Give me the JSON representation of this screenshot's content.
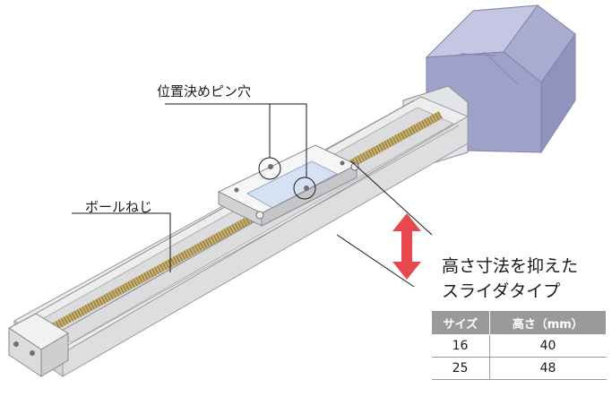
{
  "labels": {
    "pin_holes": "位置決めピン穴",
    "ball_screw": "ボールねじ",
    "note_line1": "高さ寸法を抑えた",
    "note_line2": "スライダタイプ"
  },
  "table": {
    "headers": [
      "サイズ",
      "高さ（mm）"
    ],
    "rows": [
      [
        "16",
        "40"
      ],
      [
        "25",
        "48"
      ]
    ]
  },
  "colors": {
    "arrow": "#e8494f",
    "motor": "#a9acd0",
    "rail": "#e9e9ea",
    "screw": "#c8b070",
    "table_header": "#9a9a9a"
  }
}
